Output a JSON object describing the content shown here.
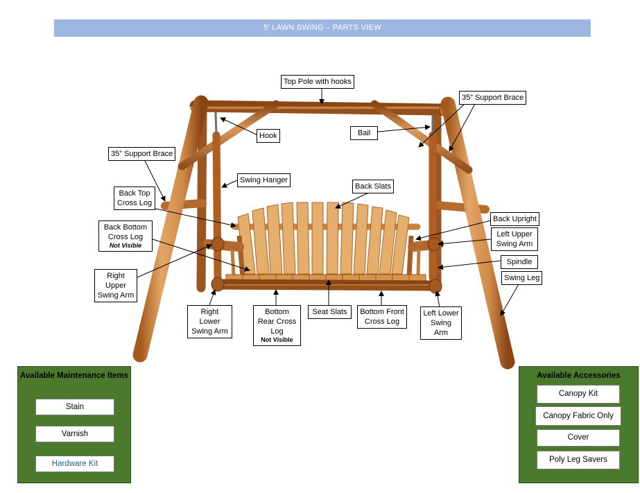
{
  "title": "5’ LAWN SWING – PARTS VIEW",
  "labels": {
    "top_pole": "Top Pole with hooks",
    "support_brace_right": "35” Support Brace",
    "hook": "Hook",
    "bail": "Bail",
    "support_brace_left": "35” Support Brace",
    "swing_hanger": "Swing Hanger",
    "back_slats": "Back Slats",
    "back_top_cross_log": "Back Top Cross Log",
    "back_upright": "Back Upright",
    "back_bottom_cross_log": "Back Bottom Cross Log",
    "back_bottom_note": "Not Visible",
    "left_upper_swing_arm": "Left Upper Swing Arm",
    "spindle": "Spindle",
    "right_upper_swing_arm": "Right Upper Swing Arm",
    "swing_leg": "Swing Leg",
    "right_lower_swing_arm": "Right Lower Swing Arm",
    "bottom_rear_cross_log": "Bottom Rear Cross Log",
    "bottom_rear_note": "Not Visible",
    "seat_slats": "Seat Slats",
    "bottom_front_cross_log": "Bottom Front Cross Log",
    "left_lower_swing_arm": "Left Lower Swing Arm"
  },
  "maintenance": {
    "title": "Available Maintenance Items",
    "items": [
      "Stain",
      "Varnish",
      "Hardware Kit"
    ]
  },
  "accessories": {
    "title": "Available Accessories",
    "items": [
      "Canopy Kit",
      "Canopy Fabric Only",
      "Cover",
      "Poly Leg Savers"
    ]
  }
}
